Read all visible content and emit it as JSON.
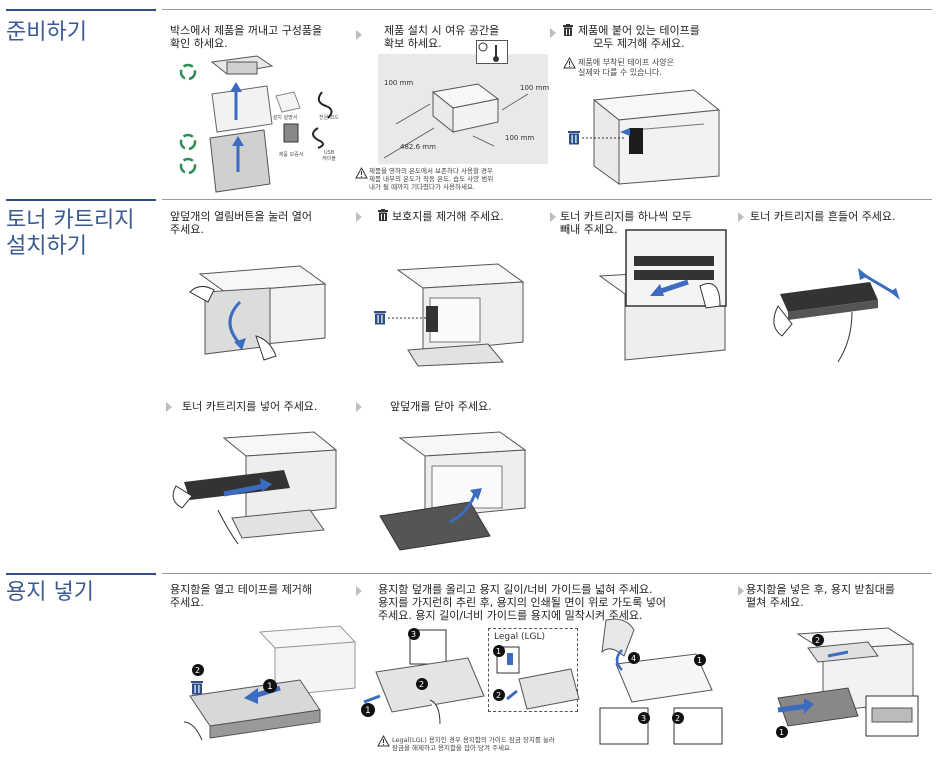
{
  "sections": {
    "prep": {
      "title": "준비하기",
      "steps": [
        "박스에서 제품을 꺼내고 구성품을\n확인 하세요.",
        "제품 설치 시 여유 공간을\n확보 하세요.",
        "제품에 붙어 있는 테이프를\n모두 제거해 주세요."
      ],
      "components": [
        "설치 설명서",
        "전원 코드",
        "제품 보증서",
        "USB\n케이블"
      ],
      "clearance": [
        "100 mm",
        "100 mm",
        "100 mm",
        "482.6 mm"
      ],
      "tape_note": "제품에 부착된 테이프 사양은\n실제와 다를 수 있습니다.",
      "temp_note": "제품을 영하의 온도에서 보존하다 사용할 경우\n제품 내부의 온도가 작동 온도, 습도 사양 범위\n내가 될 때까지 기다렸다가 사용하세요."
    },
    "toner": {
      "title": "토너 카트리지\n설치하기",
      "steps": [
        "앞덮개의 열림버튼을 눌러 열어\n주세요.",
        "보호지를 제거해 주세요.",
        "토너 카트리지를 하나씩 모두\n빼내 주세요.",
        "토너 카트리지를 흔들어 주세요.",
        "토너 카트리지를 넣어 주세요.",
        "앞덮개를 닫아 주세요."
      ]
    },
    "paper": {
      "title": "용지 넣기",
      "steps": [
        "용지함을 열고 테이프를 제거해\n주세요.",
        "용지함 덮개를 올리고 용지 길이/너비 가이드를 넓혀 주세요.\n용지를 가지런히 추린 후, 용지의 인쇄될 면이 위로 가도록 넣어\n주세요. 용지 길이/너비 가이드를 용지에 밀착시켜 주세요.",
        "용지함을 넣은 후, 용지 받침대를\n펼쳐 주세요."
      ],
      "legal_label": "Legal (LGL)",
      "legal_note": "Legal(LGL) 용지인 경우 용지함의 가이드 잠금 장치를 눌러\n잠금을 해제하고 용지함을 잡아 당겨 주세요."
    }
  },
  "colors": {
    "accent": "#3b5a94",
    "rule": "#2f4f8a",
    "arrow": "#3b6cc0"
  },
  "icons": [
    "recycle-icon",
    "trash-icon",
    "warning-icon",
    "thermometer-icon"
  ]
}
